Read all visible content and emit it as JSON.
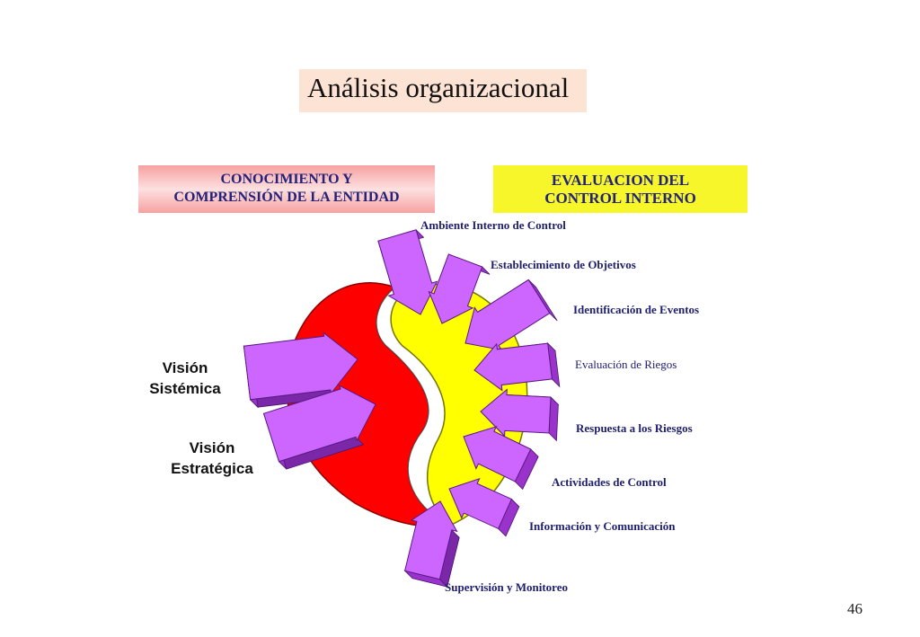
{
  "title": "Análisis organizacional",
  "headers": {
    "left": [
      "CONOCIMIENTO Y",
      "COMPRENSIÓN DE LA ENTIDAD"
    ],
    "right": [
      "EVALUACION DEL",
      "CONTROL INTERNO"
    ]
  },
  "components": [
    "Ambiente Interno de Control",
    "Establecimiento de Objetivos",
    "Identificación de Eventos",
    "Evaluación de Riegos",
    "Respuesta a los Riesgos",
    "Actividades de Control",
    "Información y Comunicación",
    "Supervisión y Monitoreo"
  ],
  "visions": {
    "sistemica": [
      "Visión",
      "Sistémica"
    ],
    "estrategica": [
      "Visión",
      "Estratégica"
    ]
  },
  "page_number": "46",
  "colors": {
    "red_half": "#ff0000",
    "yellow_half": "#ffff00",
    "arrow_light": "#cc66ff",
    "arrow_mid": "#9933cc",
    "arrow_dark": "#7a28a8",
    "label_text": "#1e1e6e",
    "title_bg": "#fde3d4",
    "right_box_bg": "#f6f62a"
  }
}
